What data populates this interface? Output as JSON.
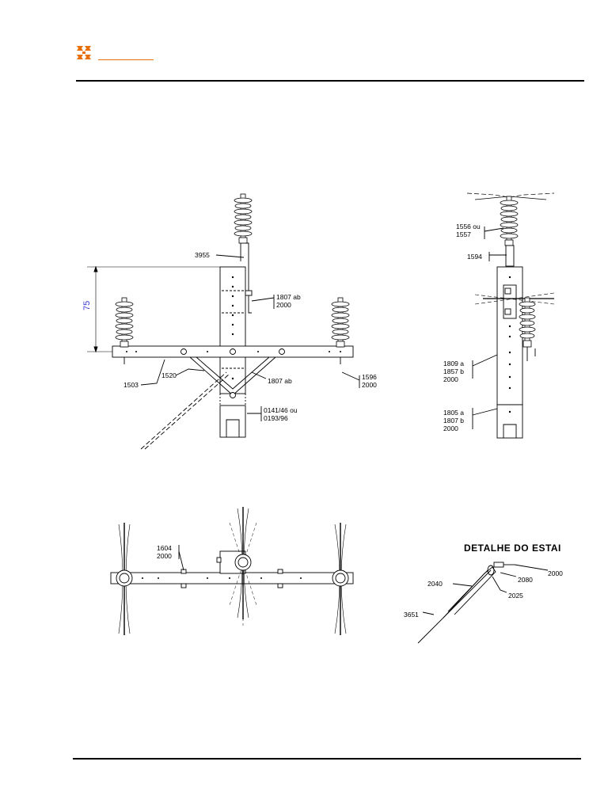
{
  "colors": {
    "logo": "#e8700a",
    "dimension": "#3a3ad0",
    "ink": "#000000"
  },
  "front_view": {
    "dimension_value": "75",
    "labels": {
      "l3955": "3955",
      "l1807ab": "1807 ab",
      "l2000a": "2000",
      "l1503": "1503",
      "l1520": "1520",
      "l1807ab2": "1807 ab",
      "l1596": "1596",
      "l2000b": "2000",
      "l0141": "0141/46 ou",
      "l0193": "0193/96"
    }
  },
  "side_view": {
    "labels": {
      "l1556": "1556 ou",
      "l1557": "1557",
      "l1594": "1594",
      "l1809": "1809 a",
      "l1857": "1857 b",
      "l2000a": "2000",
      "l1805": "1805 a",
      "l1807b": "1807 b",
      "l2000b": "2000"
    }
  },
  "top_view": {
    "labels": {
      "l1604": "1604",
      "l2000": "2000"
    }
  },
  "stay_detail": {
    "title": "DETALHE DO ESTAI",
    "labels": {
      "l2000": "2000",
      "l2080": "2080",
      "l2040": "2040",
      "l2025": "2025",
      "l3651": "3651"
    }
  }
}
